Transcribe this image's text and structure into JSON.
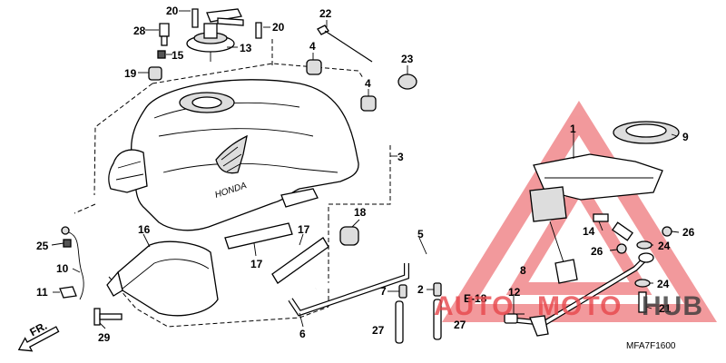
{
  "diagram": {
    "code": "MFA7F1600",
    "section_ref": "E-18",
    "front_marker": "FR.",
    "labels": {
      "p1": "1",
      "p2": "2",
      "p3": "3",
      "p4a": "4",
      "p4b": "4",
      "p5": "5",
      "p6": "6",
      "p7": "7",
      "p8": "8",
      "p9": "9",
      "p10": "10",
      "p11": "11",
      "p12": "12",
      "p13": "13",
      "p14": "14",
      "p15": "15",
      "p16": "16",
      "p17a": "17",
      "p17b": "17",
      "p18": "18",
      "p19": "19",
      "p20a": "20",
      "p20b": "20",
      "p21": "21",
      "p22": "22",
      "p23": "23",
      "p24a": "24",
      "p24b": "24",
      "p25": "25",
      "p26a": "26",
      "p26b": "26",
      "p27a": "27",
      "p27b": "27",
      "p28": "28",
      "p29": "29"
    }
  },
  "tank_emblem": "HONDA",
  "watermark": {
    "text_part1": "AUTO",
    "text_part2": "MOTO",
    "text_part3": "HUB",
    "color": "#e8474c",
    "dark_color": "#3a3a3a"
  }
}
